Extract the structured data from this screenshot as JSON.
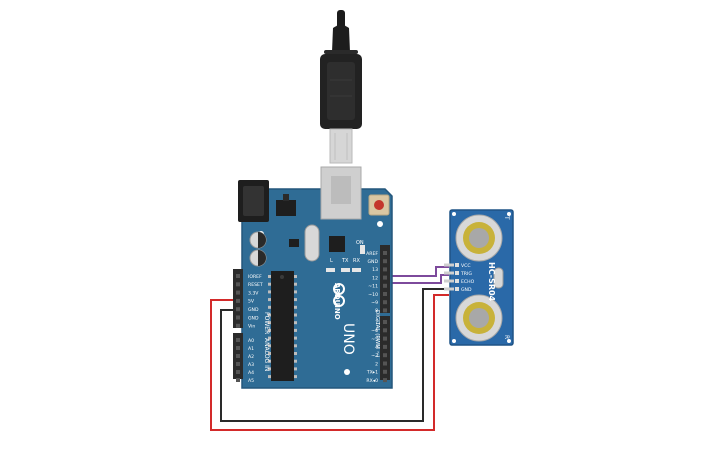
{
  "circuit": {
    "arduino": {
      "brand": "ARDUINO",
      "model": "UNO",
      "power_header_title": "POWER",
      "analog_header_title": "ANALOG IN",
      "digital_header_title": "DIGITAL (PWM ~)",
      "on_label": "ON",
      "led_labels": [
        "L",
        "TX",
        "RX"
      ],
      "power_pins": [
        "IOREF",
        "RESET",
        "3.3V",
        "5V",
        "GND",
        "GND",
        "Vin"
      ],
      "analog_pins": [
        "A0",
        "A1",
        "A2",
        "A3",
        "A4",
        "A5"
      ],
      "digital_top_pins": [
        "AREF",
        "GND",
        "13",
        "12",
        "~11",
        "~10",
        "~9",
        "8"
      ],
      "digital_bottom_pins": [
        "7",
        "~6",
        "~5",
        "4",
        "~3",
        "2",
        "TX▸1",
        "RX◂0"
      ]
    },
    "sensor": {
      "model": "HC-SR04",
      "pins": [
        "VCC",
        "TRIG",
        "ECHO",
        "GND"
      ],
      "side_labels": [
        "T",
        "R"
      ]
    },
    "colors": {
      "board": "#2f6c95",
      "board_edge": "#24577c",
      "header": "#2b2b2b",
      "wire_red": "#d32a2a",
      "wire_black": "#2a2a2a",
      "wire_purple": "#7d4a9c",
      "sensor_board": "#2a69a8",
      "transducer": "#c8b23a",
      "usb_plug": "#222222",
      "usb_metal": "#d6d6d6"
    }
  }
}
